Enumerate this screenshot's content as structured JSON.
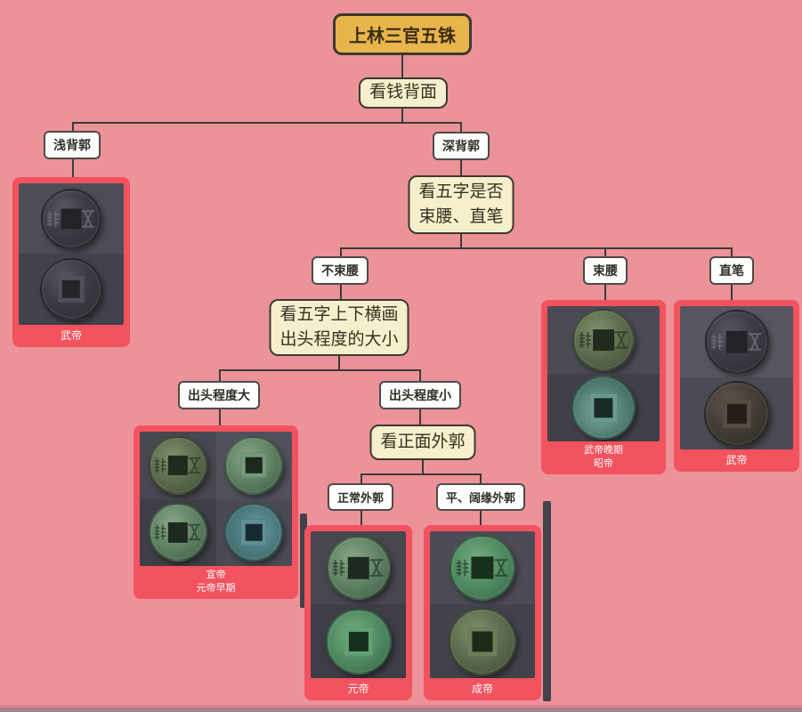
{
  "title": "上林三官五铢",
  "palette": {
    "background": "#ec9299",
    "root_fill": "#e8b54c",
    "process_fill": "#f6efce",
    "label_fill": "#fdfdfb",
    "line_color": "#3b3b3b",
    "card_fill": "#f3525f",
    "caption_text": "#ffffff"
  },
  "nodes": {
    "root": "上林三官五铢",
    "look_back": "看钱背面",
    "shallow_rim": "浅背郭",
    "deep_rim": "深背郭",
    "check_wu": {
      "line1": "看五字是否",
      "line2": "束腰、直笔"
    },
    "no_waist": "不束腰",
    "waist": "束腰",
    "straight_stroke": "直笔",
    "check_stroke": {
      "line1": "看五字上下横画",
      "line2": "出头程度的大小"
    },
    "protrude_large": "出头程度大",
    "protrude_small": "出头程度小",
    "check_front_rim": "看正面外郭",
    "normal_rim": "正常外郭",
    "flat_wide_rim": "平、阔缘外郭"
  },
  "cards": {
    "wudi_shallow": {
      "caption": [
        "武帝"
      ]
    },
    "xuandi": {
      "caption": [
        "宣帝",
        "元帝早期"
      ]
    },
    "wudi_late": {
      "caption": [
        "武帝晚期",
        "昭帝"
      ]
    },
    "wudi_straight": {
      "caption": [
        "武帝"
      ]
    },
    "yuandi": {
      "caption": [
        "元帝"
      ]
    },
    "chengdi": {
      "caption": [
        "成帝"
      ]
    }
  },
  "icons": {
    "wu_glyph": "coin inscription 五",
    "zhu_glyph": "coin inscription 铢"
  }
}
